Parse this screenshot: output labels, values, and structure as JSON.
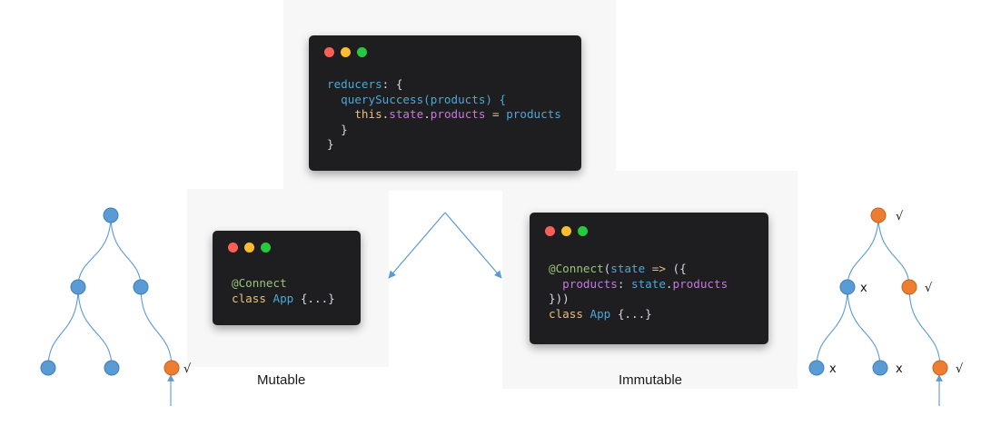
{
  "top_window": {
    "lines": [
      [
        {
          "t": "reducers",
          "c": "blue"
        },
        {
          "t": ": {",
          "c": "light"
        }
      ],
      [
        {
          "t": "  querySuccess",
          "c": "blue"
        },
        {
          "t": "(products) {",
          "c": "blue"
        }
      ],
      [
        {
          "t": "    this",
          "c": "yellow"
        },
        {
          "t": ".",
          "c": "light"
        },
        {
          "t": "state",
          "c": "purple"
        },
        {
          "t": ".",
          "c": "light"
        },
        {
          "t": "products",
          "c": "purple"
        },
        {
          "t": " = ",
          "c": "yellow"
        },
        {
          "t": "products",
          "c": "blue"
        }
      ],
      [
        {
          "t": "  }",
          "c": "light"
        }
      ],
      [
        {
          "t": "}",
          "c": "light"
        }
      ]
    ]
  },
  "mutable_window": {
    "lines": [
      [
        {
          "t": "@Connect",
          "c": "green"
        }
      ],
      [
        {
          "t": "class ",
          "c": "yellow"
        },
        {
          "t": "App ",
          "c": "blue"
        },
        {
          "t": "{...}",
          "c": "light"
        }
      ]
    ]
  },
  "immutable_window": {
    "lines": [
      [
        {
          "t": "@Connect",
          "c": "green"
        },
        {
          "t": "(",
          "c": "light"
        },
        {
          "t": "state",
          "c": "blue"
        },
        {
          "t": " => ",
          "c": "yellow"
        },
        {
          "t": "({",
          "c": "light"
        }
      ],
      [
        {
          "t": "  products",
          "c": "purple"
        },
        {
          "t": ": ",
          "c": "light"
        },
        {
          "t": "state",
          "c": "blue"
        },
        {
          "t": ".",
          "c": "light"
        },
        {
          "t": "products",
          "c": "purple"
        }
      ],
      [
        {
          "t": "}))",
          "c": "light"
        }
      ],
      [
        {
          "t": "class ",
          "c": "yellow"
        },
        {
          "t": "App ",
          "c": "blue"
        },
        {
          "t": "{...}",
          "c": "light"
        }
      ]
    ]
  },
  "captions": {
    "mutable": "Mutable",
    "immutable": "Immutable"
  },
  "trees": {
    "left_marks": {
      "leaf_right": "√"
    },
    "right_marks": {
      "root": "√",
      "mid_left": "x",
      "mid_right": "√",
      "leaf_left": "x",
      "leaf_mid": "x",
      "leaf_right": "√"
    }
  },
  "colors": {
    "window_bg": "#1e1e21",
    "dot_red": "#ff5f56",
    "dot_yellow": "#ffbd2e",
    "dot_green": "#27c93f",
    "node_blue": "#5b9bd5",
    "node_orange": "#ed7d31",
    "line_blue": "#5b9bd5"
  }
}
